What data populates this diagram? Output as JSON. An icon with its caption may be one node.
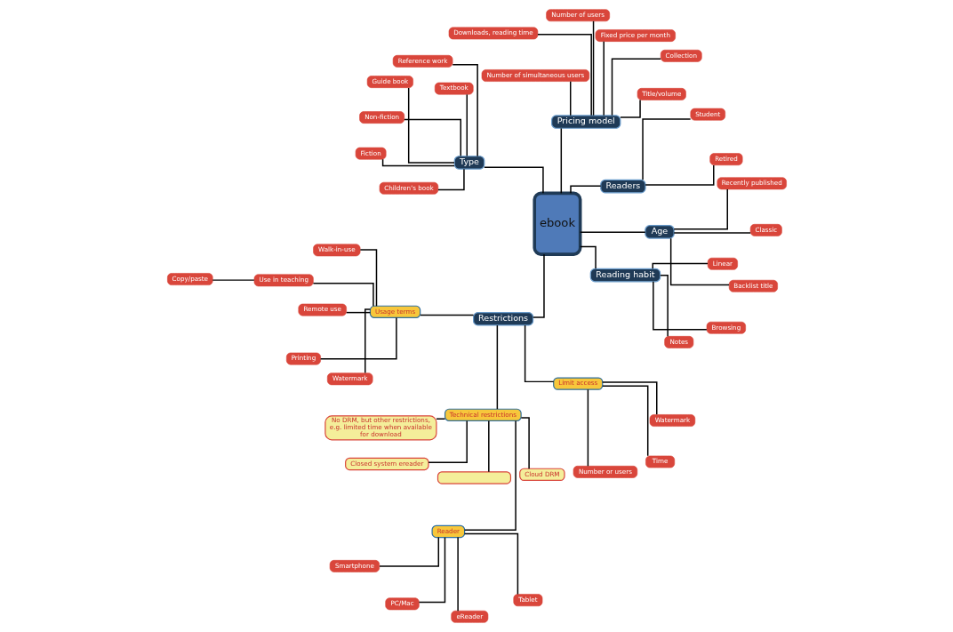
{
  "diagram": {
    "nodes": [
      {
        "text": [
          "ebook"
        ]
      },
      {
        "text": [
          "Restrictions"
        ]
      },
      {
        "text": [
          "Technical restrictions"
        ]
      },
      {
        "text": [
          "No DRM, but other restrictions, e.g. limited time when available for download"
        ]
      },
      {
        "text": [
          "Cloud DRM"
        ]
      },
      {
        "text": [
          "Reader"
        ]
      },
      {
        "text": [
          "Smartphone"
        ]
      },
      {
        "text": [
          "Tablet"
        ]
      },
      {
        "text": [
          "PC/Mac"
        ]
      },
      {
        "text": [
          "eReader"
        ]
      },
      {
        "text": [],
        "shape": "box"
      },
      {
        "text": [
          "Closed system ereader"
        ]
      },
      {
        "text": [
          "Limit access"
        ]
      },
      {
        "text": [
          "Time"
        ]
      },
      {
        "text": [
          "Watermark"
        ]
      },
      {
        "text": [
          "Number or users"
        ]
      },
      {
        "text": [
          "Usage terms"
        ]
      },
      {
        "text": [
          "Walk-in-use"
        ]
      },
      {
        "text": [
          "Printing"
        ]
      },
      {
        "text": [
          "Remote use"
        ]
      },
      {
        "text": [
          "Watermark"
        ]
      },
      {
        "text": [
          "Use in teaching"
        ]
      },
      {
        "text": [
          "Copy/paste"
        ]
      },
      {
        "text": [
          "Readers"
        ]
      },
      {
        "text": [
          "Student"
        ]
      },
      {
        "text": [
          "Retired"
        ]
      },
      {
        "text": [
          "Age"
        ]
      },
      {
        "text": [
          "Recently published"
        ]
      },
      {
        "text": [
          "Backlist title"
        ]
      },
      {
        "text": [
          "Classic"
        ]
      },
      {
        "text": [
          "Pricing model"
        ]
      },
      {
        "text": [
          "Collection"
        ]
      },
      {
        "text": [
          "Number of simultaneous users"
        ]
      },
      {
        "text": [
          "Number of users"
        ]
      },
      {
        "text": [
          "Fixed price per month"
        ]
      },
      {
        "text": [
          "Title/volume"
        ]
      },
      {
        "text": [
          "Downloads, reading time"
        ]
      },
      {
        "text": [
          "Type"
        ]
      },
      {
        "text": [
          "Fiction"
        ]
      },
      {
        "text": [
          "Children’s book"
        ]
      },
      {
        "text": [
          "Reference work"
        ]
      },
      {
        "text": [
          "Guide book"
        ]
      },
      {
        "text": [
          "Non-fiction"
        ]
      },
      {
        "text": [
          "Textbook"
        ]
      },
      {
        "text": [
          "Reading habit"
        ]
      },
      {
        "text": [
          "Notes"
        ]
      },
      {
        "text": [
          "Linear"
        ]
      },
      {
        "text": [
          "Browsing"
        ]
      }
    ],
    "edges": [
      {
        "from": 0,
        "to": 1,
        "arrow": "none"
      },
      {
        "from": 1,
        "to": 2,
        "arrow": "none"
      },
      {
        "from": 2,
        "to": 3,
        "arrow": "none"
      },
      {
        "from": 2,
        "to": 4,
        "arrow": "none"
      },
      {
        "from": 2,
        "to": 5,
        "arrow": "none"
      },
      {
        "from": 5,
        "to": 6,
        "arrow": "none"
      },
      {
        "from": 5,
        "to": 7,
        "arrow": "none"
      },
      {
        "from": 5,
        "to": 8,
        "arrow": "none"
      },
      {
        "from": 5,
        "to": 9,
        "arrow": "none"
      },
      {
        "from": 2,
        "to": 10,
        "arrow": "none"
      },
      {
        "from": 2,
        "to": 11,
        "arrow": "none"
      },
      {
        "from": 1,
        "to": 12,
        "arrow": "none"
      },
      {
        "from": 12,
        "to": 13,
        "arrow": "none"
      },
      {
        "from": 12,
        "to": 14,
        "arrow": "none"
      },
      {
        "from": 12,
        "to": 15,
        "arrow": "none"
      },
      {
        "from": 1,
        "to": 16,
        "arrow": "none"
      },
      {
        "from": 16,
        "to": 17,
        "arrow": "none"
      },
      {
        "from": 16,
        "to": 18,
        "arrow": "none"
      },
      {
        "from": 16,
        "to": 19,
        "arrow": "none"
      },
      {
        "from": 16,
        "to": 20,
        "arrow": "none"
      },
      {
        "from": 16,
        "to": 21,
        "arrow": "none"
      },
      {
        "from": 21,
        "to": 22,
        "arrow": "none"
      },
      {
        "from": 0,
        "to": 23,
        "arrow": "none"
      },
      {
        "from": 23,
        "to": 24,
        "arrow": "none"
      },
      {
        "from": 23,
        "to": 25,
        "arrow": "none"
      },
      {
        "from": 0,
        "to": 26,
        "arrow": "none"
      },
      {
        "from": 26,
        "to": 27,
        "arrow": "none"
      },
      {
        "from": 26,
        "to": 28,
        "arrow": "none"
      },
      {
        "from": 26,
        "to": 29,
        "arrow": "none"
      },
      {
        "from": 0,
        "to": 30,
        "arrow": "none"
      },
      {
        "from": 30,
        "to": 31,
        "arrow": "none"
      },
      {
        "from": 30,
        "to": 32,
        "arrow": "none"
      },
      {
        "from": 30,
        "to": 33,
        "arrow": "none"
      },
      {
        "from": 30,
        "to": 34,
        "arrow": "none"
      },
      {
        "from": 30,
        "to": 35,
        "arrow": "none"
      },
      {
        "from": 30,
        "to": 36,
        "arrow": "none"
      },
      {
        "from": 0,
        "to": 37,
        "arrow": "none"
      },
      {
        "from": 37,
        "to": 38,
        "arrow": "none"
      },
      {
        "from": 37,
        "to": 39,
        "arrow": "none"
      },
      {
        "from": 37,
        "to": 40,
        "arrow": "none"
      },
      {
        "from": 37,
        "to": 41,
        "arrow": "none"
      },
      {
        "from": 37,
        "to": 42,
        "arrow": "none"
      },
      {
        "from": 37,
        "to": 43,
        "arrow": "none"
      },
      {
        "from": 0,
        "to": 44,
        "arrow": "none"
      },
      {
        "from": 44,
        "to": 45,
        "arrow": "none"
      },
      {
        "from": 44,
        "to": 46,
        "arrow": "none"
      },
      {
        "from": 44,
        "to": 47,
        "arrow": "none"
      }
    ]
  }
}
